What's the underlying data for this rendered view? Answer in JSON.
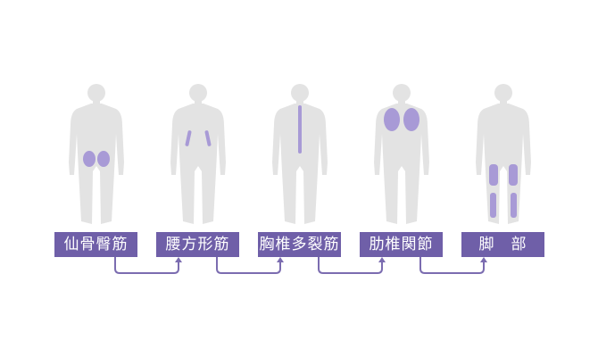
{
  "steps": [
    {
      "label": "仙骨臀筋",
      "highlight": "glutes"
    },
    {
      "label": "腰方形筋",
      "highlight": "lumbar"
    },
    {
      "label": "胸椎多裂筋",
      "highlight": "spine"
    },
    {
      "label": "肋椎関節",
      "highlight": "upper-back"
    },
    {
      "label": "脚　部",
      "highlight": "legs"
    }
  ],
  "colors": {
    "body": "#e3e3e3",
    "highlight": "#a89ad6",
    "label_bg": "#6f5fa8",
    "arrow": "#7b6cb0"
  }
}
